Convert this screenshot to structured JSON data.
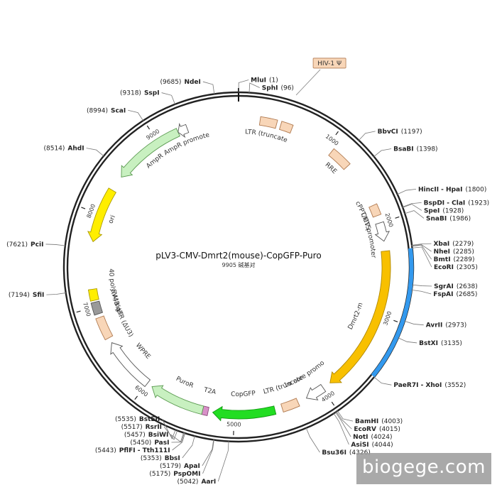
{
  "plasmid": {
    "name": "pLV3-CMV-Dmrt2(mouse)-CopGFP-Puro",
    "size_label": "9905 碱基对",
    "length": 9905
  },
  "ticks": [
    {
      "bp": 1000,
      "label": "1000"
    },
    {
      "bp": 2000,
      "label": "2000"
    },
    {
      "bp": 3000,
      "label": "3000"
    },
    {
      "bp": 4000,
      "label": "4000"
    },
    {
      "bp": 5000,
      "label": "5000"
    },
    {
      "bp": 6000,
      "label": "6000"
    },
    {
      "bp": 7000,
      "label": "7000"
    },
    {
      "bp": 8000,
      "label": "8000"
    },
    {
      "bp": 9000,
      "label": "9000"
    }
  ],
  "sites": [
    {
      "name": "MluI",
      "pos": "(1)",
      "bp": 1,
      "side": "left"
    },
    {
      "name": "SphI",
      "pos": "(96)",
      "bp": 96,
      "side": "right"
    },
    {
      "name": "BbvCI",
      "pos": "(1197)",
      "bp": 1197,
      "side": "right"
    },
    {
      "name": "BsaBI",
      "pos": "(1398)",
      "bp": 1398,
      "side": "right"
    },
    {
      "name": "HincII - HpaI",
      "pos": "(1800)",
      "bp": 1800,
      "side": "right"
    },
    {
      "name": "BspDI - ClaI",
      "pos": "(1923)",
      "bp": 1923,
      "side": "right"
    },
    {
      "name": "SpeI",
      "pos": "(1928)",
      "bp": 1928,
      "side": "right"
    },
    {
      "name": "SnaBI",
      "pos": "(1986)",
      "bp": 1986,
      "side": "right"
    },
    {
      "name": "XbaI",
      "pos": "(2279)",
      "bp": 2279,
      "side": "right"
    },
    {
      "name": "NheI",
      "pos": "(2285)",
      "bp": 2285,
      "side": "right"
    },
    {
      "name": "BmtI",
      "pos": "(2289)",
      "bp": 2289,
      "side": "right"
    },
    {
      "name": "EcoRI",
      "pos": "(2305)",
      "bp": 2305,
      "side": "right"
    },
    {
      "name": "SgrAI",
      "pos": "(2638)",
      "bp": 2638,
      "side": "right"
    },
    {
      "name": "FspAI",
      "pos": "(2685)",
      "bp": 2685,
      "side": "right"
    },
    {
      "name": "AvrII",
      "pos": "(2973)",
      "bp": 2973,
      "side": "right"
    },
    {
      "name": "BstXI",
      "pos": "(3135)",
      "bp": 3135,
      "side": "right"
    },
    {
      "name": "PaeR7I - XhoI",
      "pos": "(3552)",
      "bp": 3552,
      "side": "right"
    },
    {
      "name": "BamHI",
      "pos": "(4003)",
      "bp": 4003,
      "side": "right"
    },
    {
      "name": "EcoRV",
      "pos": "(4015)",
      "bp": 4015,
      "side": "right"
    },
    {
      "name": "NotI",
      "pos": "(4024)",
      "bp": 4024,
      "side": "right"
    },
    {
      "name": "AsiSI",
      "pos": "(4044)",
      "bp": 4044,
      "side": "right"
    },
    {
      "name": "Bsu36I",
      "pos": "(4326)",
      "bp": 4326,
      "side": "right"
    },
    {
      "name": "AarI",
      "pos": "(5042)",
      "bp": 5042,
      "side": "right"
    },
    {
      "name": "PspOMI",
      "pos": "(5175)",
      "bp": 5175,
      "side": "left"
    },
    {
      "name": "ApaI",
      "pos": "(5179)",
      "bp": 5179,
      "side": "left"
    },
    {
      "name": "BbsI",
      "pos": "(5353)",
      "bp": 5353,
      "side": "left"
    },
    {
      "name": "PflFI - Tth111I",
      "pos": "(5443)",
      "bp": 5443,
      "side": "left"
    },
    {
      "name": "PasI",
      "pos": "(5450)",
      "bp": 5450,
      "side": "left"
    },
    {
      "name": "BsiWI",
      "pos": "(5457)",
      "bp": 5457,
      "side": "left"
    },
    {
      "name": "RsrII",
      "pos": "(5517)",
      "bp": 5517,
      "side": "left"
    },
    {
      "name": "BstEII",
      "pos": "(5535)",
      "bp": 5535,
      "side": "left"
    },
    {
      "name": "SfiI",
      "pos": "(7194)",
      "bp": 7194,
      "side": "left"
    },
    {
      "name": "PciI",
      "pos": "(7621)",
      "bp": 7621,
      "side": "left"
    },
    {
      "name": "AhdI",
      "pos": "(8514)",
      "bp": 8514,
      "side": "left"
    },
    {
      "name": "ScaI",
      "pos": "(8994)",
      "bp": 8994,
      "side": "left"
    },
    {
      "name": "SspI",
      "pos": "(9318)",
      "bp": 9318,
      "side": "left"
    },
    {
      "name": "NdeI",
      "pos": "(9685)",
      "bp": 9685,
      "side": "left"
    }
  ],
  "features": [
    {
      "label": "5' LTR (truncated)",
      "start": 230,
      "end": 410,
      "kind": "box",
      "ring": "inner",
      "color": "#f8d6b8",
      "stroke": "#b07a50"
    },
    {
      "label": "HIV-1 Ψ",
      "start": 455,
      "end": 580,
      "kind": "box",
      "ring": "inner",
      "color": "#f8d6b8",
      "stroke": "#b07a50",
      "callout": true
    },
    {
      "label": "RRE",
      "start": 1070,
      "end": 1300,
      "kind": "box",
      "ring": "inner",
      "color": "#f8d6b8",
      "stroke": "#b07a50"
    },
    {
      "label": "cPPT/CTS",
      "start": 1800,
      "end": 1918,
      "kind": "box",
      "ring": "inner",
      "color": "#f8d6b8",
      "stroke": "#b07a50"
    },
    {
      "label": "CMV promoter",
      "start": 2000,
      "end": 2200,
      "kind": "arrow",
      "dir": 1,
      "ring": "inner",
      "color": "#ffffff",
      "stroke": "#555555"
    },
    {
      "label": "Dmrt2-m",
      "start": 2306,
      "end": 3900,
      "kind": "arrow",
      "dir": 1,
      "ring": "inner",
      "color": "#f8c000",
      "stroke": "#b08800"
    },
    {
      "label": "EF-1α core promoter",
      "start": 3990,
      "end": 4200,
      "kind": "arrow",
      "dir": 1,
      "ring": "inner",
      "color": "#ffffff",
      "stroke": "#555555"
    },
    {
      "label": "5' LTR (truncated)",
      "start": 4300,
      "end": 4480,
      "kind": "box",
      "ring": "inner",
      "color": "#f8d6b8",
      "stroke": "#b07a50"
    },
    {
      "label": "CopGFP",
      "start": 4560,
      "end": 5230,
      "kind": "arrow",
      "dir": 1,
      "ring": "inner",
      "color": "#22dd22",
      "stroke": "#119911"
    },
    {
      "label": "T2A",
      "start": 5280,
      "end": 5340,
      "kind": "box",
      "ring": "inner",
      "color": "#d890c8",
      "stroke": "#8a4a7a"
    },
    {
      "label": "PuroR",
      "start": 5340,
      "end": 5940,
      "kind": "arrow",
      "dir": 1,
      "ring": "inner",
      "color": "#c8f0c0",
      "stroke": "#5a9a50"
    },
    {
      "label": "WPRE",
      "start": 6000,
      "end": 6580,
      "kind": "arrow",
      "dir": 1,
      "ring": "inner",
      "color": "#ffffff",
      "stroke": "#555555"
    },
    {
      "label": "3' LTR (ΔU3)",
      "start": 6640,
      "end": 6880,
      "kind": "box",
      "ring": "inner",
      "color": "#f8d6b8",
      "stroke": "#b07a50"
    },
    {
      "label": "SV40 ori",
      "start": 6920,
      "end": 7050,
      "kind": "box",
      "ring": "inner",
      "color": "#999999",
      "stroke": "#555555"
    },
    {
      "label": "SV40 poly(A) signal",
      "start": 7070,
      "end": 7190,
      "kind": "box",
      "ring": "inner",
      "color": "#ffee00",
      "stroke": "#aa9900"
    },
    {
      "label": "ori",
      "start": 7700,
      "end": 8290,
      "kind": "arrow",
      "dir": -1,
      "ring": "inner",
      "color": "#ffee00",
      "stroke": "#aa9900"
    },
    {
      "label": "AmpR",
      "start": 8460,
      "end": 9240,
      "kind": "arrow",
      "dir": -1,
      "ring": "inner",
      "color": "#c8f0c0",
      "stroke": "#5a9a50"
    },
    {
      "label": "AmpR promoter",
      "start": 9240,
      "end": 9345,
      "kind": "arrow",
      "dir": -1,
      "ring": "inner",
      "color": "#ffffff",
      "stroke": "#555555"
    }
  ],
  "insert_bar": {
    "start": 2306,
    "end": 3550,
    "color": "#3399ee"
  },
  "watermark": {
    "text": "biogege.com"
  }
}
